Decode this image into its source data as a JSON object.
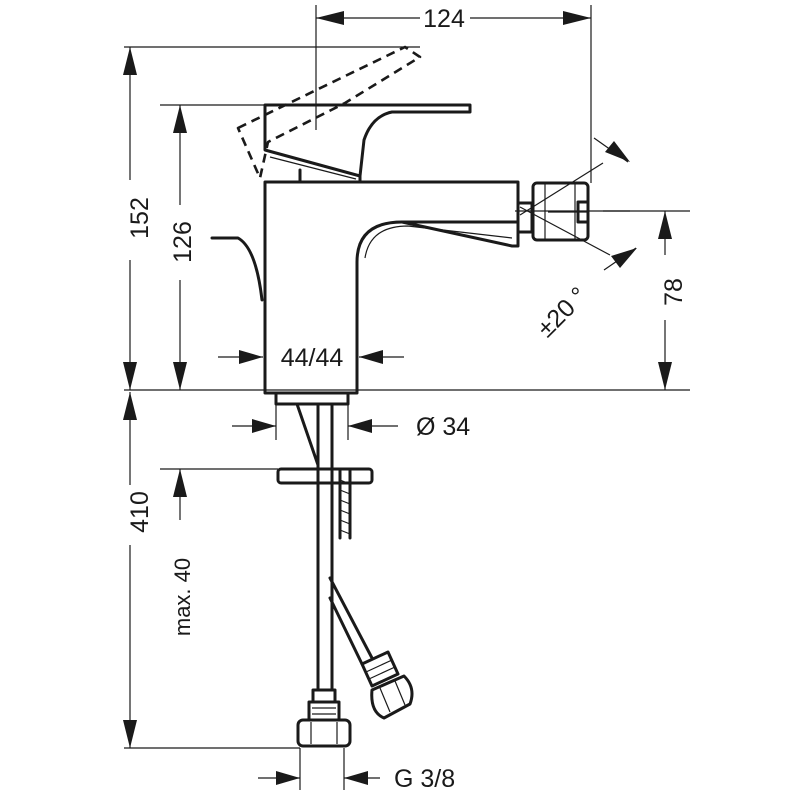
{
  "dimensions": {
    "top_width": "124",
    "total_height": "152",
    "body_height": "126",
    "spout_height": "78",
    "spout_angle": "±20 °",
    "base_size": "44/44",
    "shank_diameter": "Ø 34",
    "hose_length": "410",
    "max_thickness": "max. 40",
    "connection": "G 3/8"
  }
}
